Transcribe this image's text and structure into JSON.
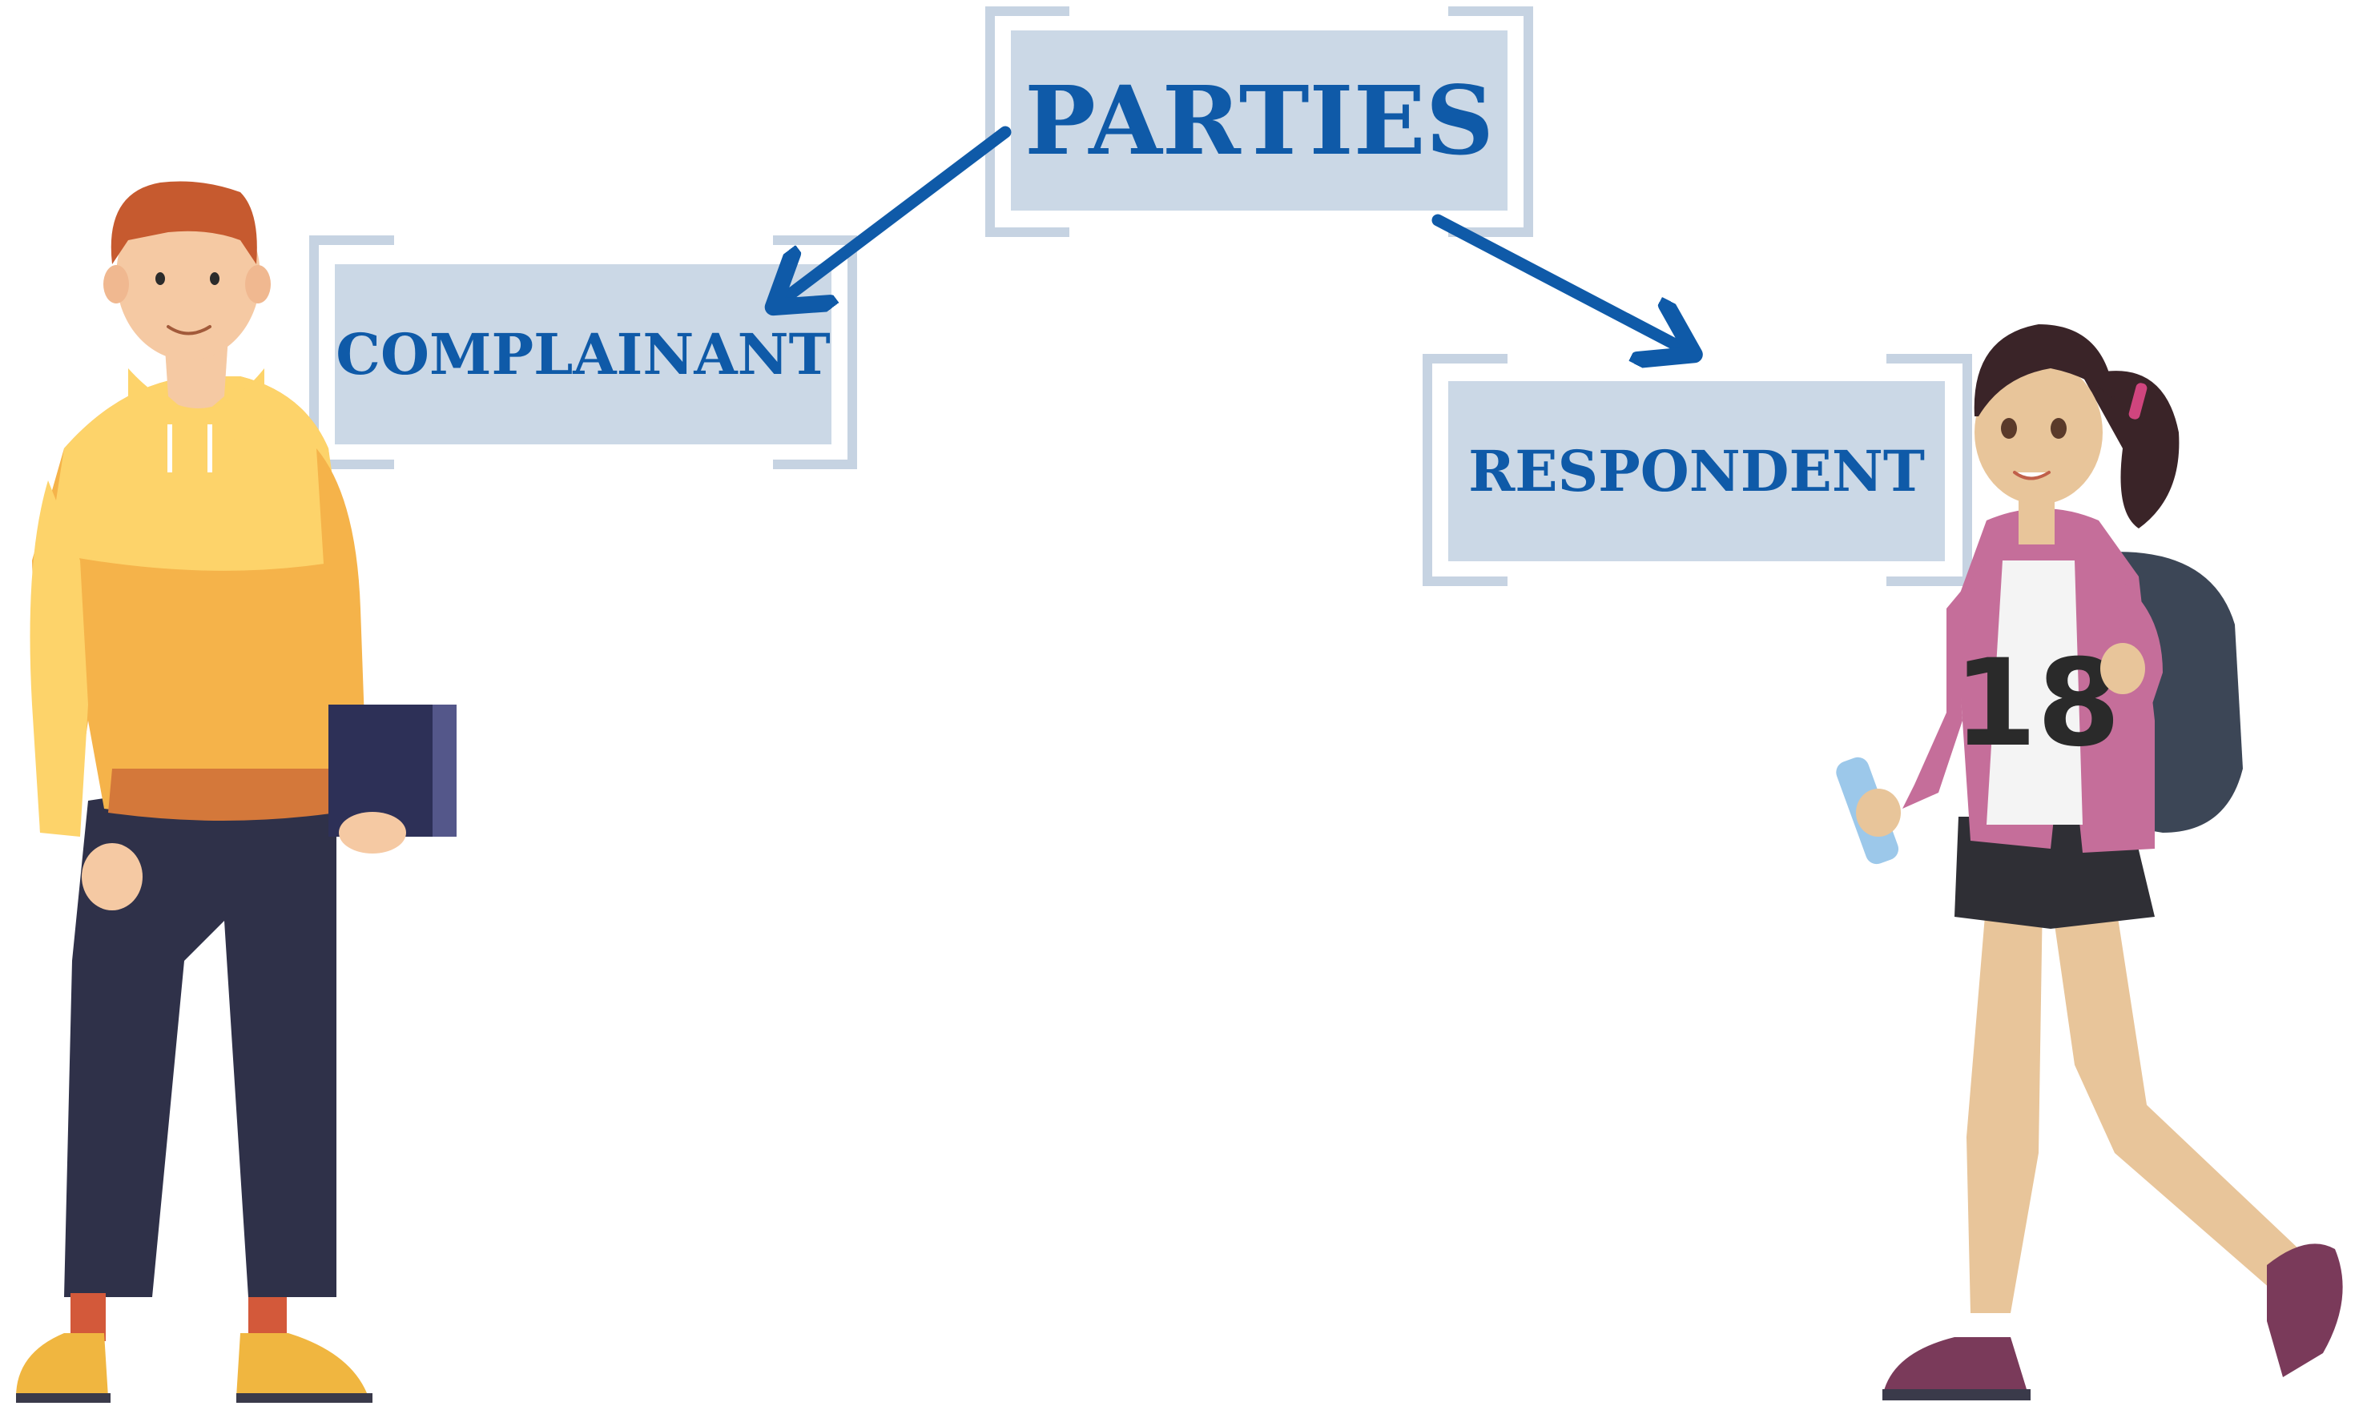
{
  "diagram": {
    "root": {
      "label": "PARTIES"
    },
    "children": [
      {
        "id": "complainant",
        "label": "COMPLAINANT"
      },
      {
        "id": "respondent",
        "label": "RESPONDENT"
      }
    ],
    "edges": [
      {
        "from": "PARTIES",
        "to": "COMPLAINANT"
      },
      {
        "from": "PARTIES",
        "to": "RESPONDENT"
      }
    ]
  },
  "illustrations": {
    "left_figure": "man-in-yellow-hoodie-holding-folder",
    "right_figure": "woman-with-backpack-holding-bottle",
    "shirt_number": "18"
  },
  "colors": {
    "text_blue": "#0f5aa8",
    "box_fill": "#cbd8e6",
    "bracket": "#c6d3e2",
    "arrow": "#0f5aa8"
  }
}
